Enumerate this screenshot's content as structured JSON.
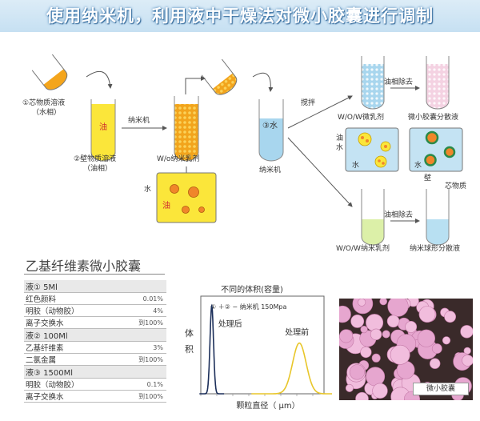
{
  "title": "使用纳米机，利用液中干燥法对微小胶囊进行调制",
  "diagram": {
    "core_solution": "①芯物质溶液",
    "core_phase": "（水相）",
    "wall_solution": "②壁物质溶液",
    "wall_phase": "（油相）",
    "oil": "油",
    "nanomachine": "纳米机",
    "wo_emulsion": "W/o纳米乳剂",
    "water": "水",
    "water3": "③水",
    "stirring": "搅拌",
    "nanomachine_bottom": "纳米机",
    "wow_micro": "W/O/W微乳剂",
    "oil_removal_top": "油相除去",
    "capsule_dispersion": "微小胶囊分散液",
    "oil_label": "油",
    "water_label": "水",
    "water_label2": "水",
    "water_label3": "水",
    "wall_label": "壁",
    "core_label": "芯物质",
    "wow_nano": "W/O/W纳米乳剂",
    "oil_removal_bottom": "油相除去",
    "sphere_dispersion": "纳米球形分散液"
  },
  "recipe": {
    "title": "乙基纤维素微小胶囊",
    "rows": [
      {
        "name": "液① 5Ml",
        "value": "",
        "group": true
      },
      {
        "name": "红色颜料",
        "value": "0.01%",
        "group": false
      },
      {
        "name": "明胶（动物胶）",
        "value": "4%",
        "group": false
      },
      {
        "name": "离子交换水",
        "value": "到100%",
        "group": false
      },
      {
        "name": "液② 100Ml",
        "value": "",
        "group": true
      },
      {
        "name": "乙基纤维素",
        "value": "3%",
        "group": false
      },
      {
        "name": "二氯金属",
        "value": "到100%",
        "group": false
      },
      {
        "name": "液③ 1500Ml",
        "value": "",
        "group": true
      },
      {
        "name": "明胶（动物胶）",
        "value": "0.1%",
        "group": false
      },
      {
        "name": "离子交换水",
        "value": "到100%",
        "group": false
      }
    ]
  },
  "chart_data": {
    "type": "line",
    "title": "不同的体积(容量)",
    "legend": "① ＋② − 纳米机  150Mpa",
    "ylabel": "体积",
    "xlabel": "颗粒直径（ μm）",
    "series": [
      {
        "name": "处理后",
        "color": "#1c2f5a",
        "peak_x": 0.4,
        "peak_height": 0.9
      },
      {
        "name": "处理前",
        "color": "#e8c62a",
        "peak_x": 3.6,
        "peak_height": 0.52
      }
    ]
  },
  "photo": {
    "caption": "微小胶囊"
  }
}
